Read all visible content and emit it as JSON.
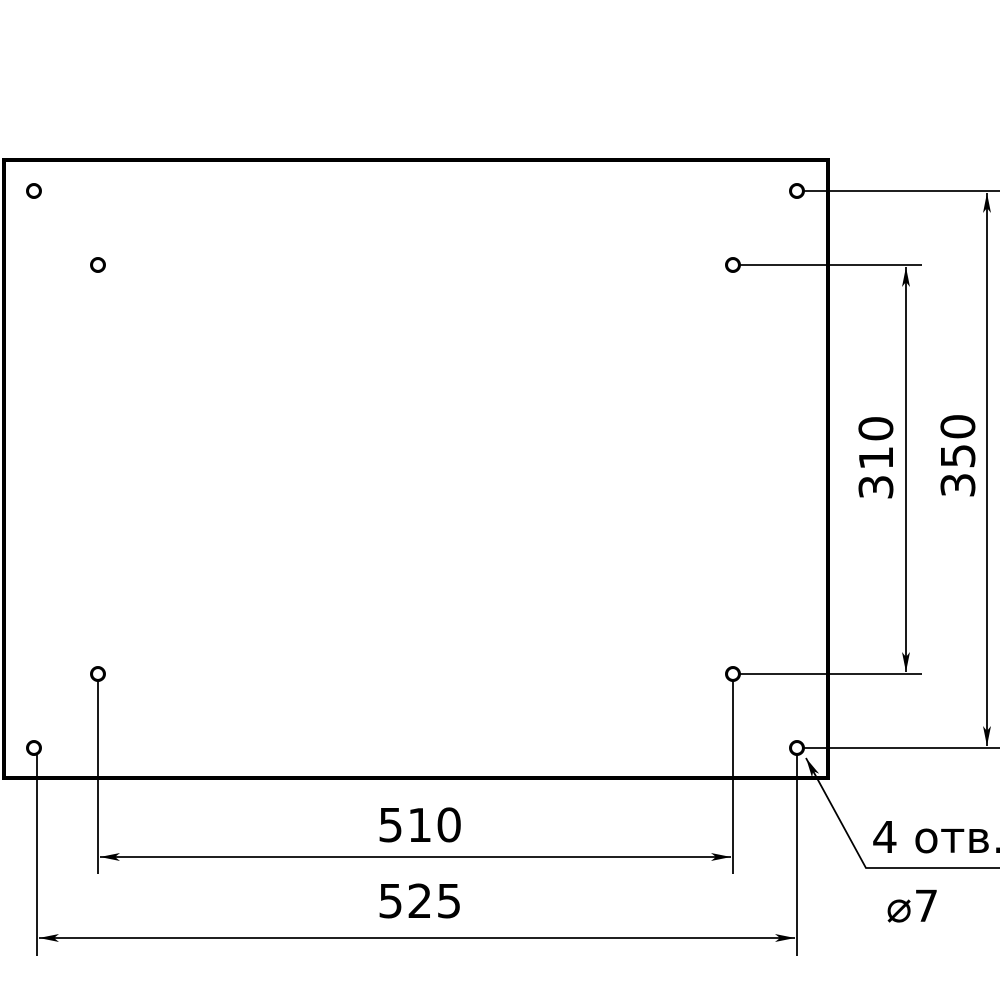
{
  "drawing": {
    "line_color": "#000000",
    "background": "#ffffff",
    "holes": {
      "outer": [
        "hole-outer-top-left",
        "hole-outer-top-right",
        "hole-outer-bottom-left",
        "hole-outer-bottom-right"
      ],
      "inner": [
        "hole-inner-top-left",
        "hole-inner-top-right",
        "hole-inner-bottom-left",
        "hole-inner-bottom-right"
      ]
    },
    "dimensions": {
      "inner_width": "510",
      "outer_width": "525",
      "inner_height": "310",
      "outer_height": "350"
    },
    "note": {
      "count": "4 отв.",
      "diameter": "⌀7"
    }
  }
}
